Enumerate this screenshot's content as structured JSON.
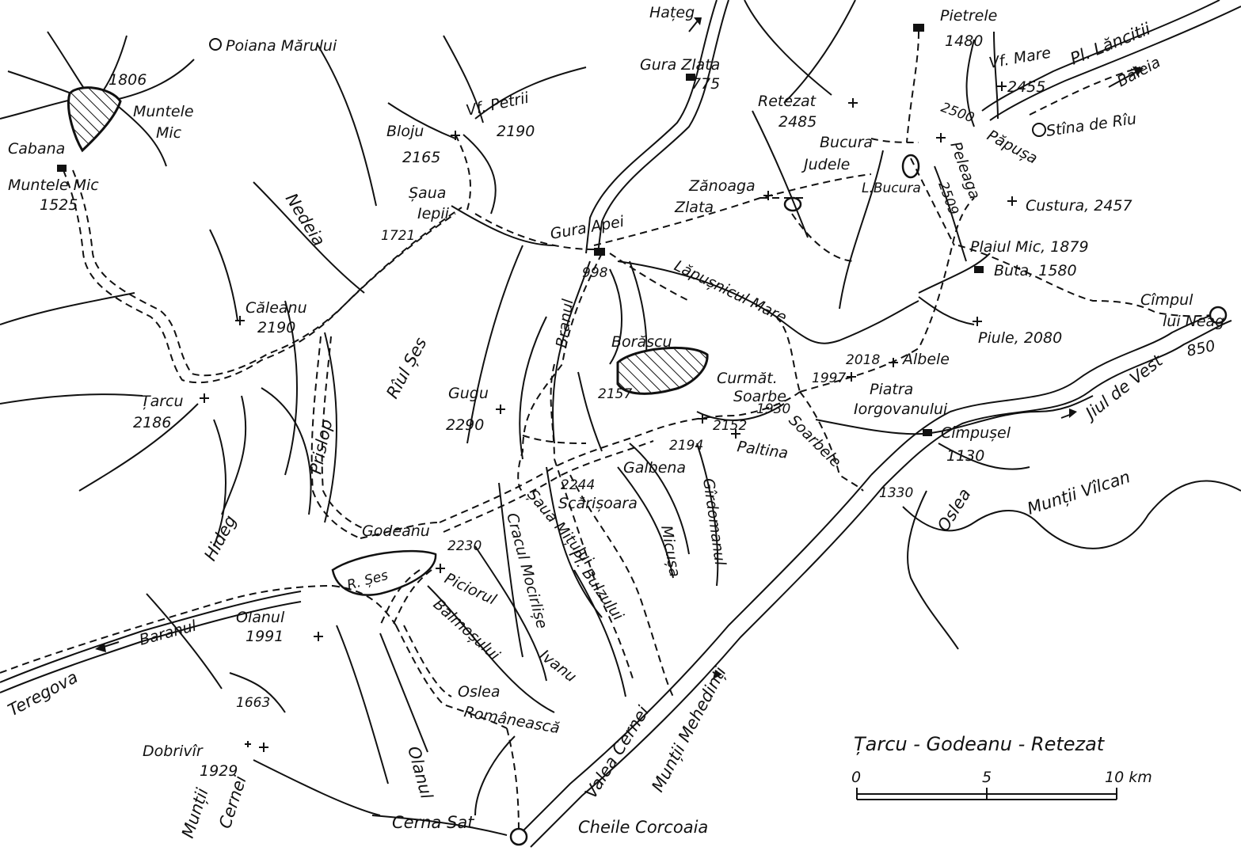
{
  "map": {
    "title": "Țarcu - Godeanu - Retezat",
    "scale": {
      "ticks": [
        "0",
        "5",
        "10 km"
      ]
    },
    "places": [
      {
        "id": "poiana-marului",
        "text": "Poiana Mărului"
      },
      {
        "id": "hateg",
        "text": "Hațeg"
      },
      {
        "id": "gura-zlata",
        "text": "Gura Zlata"
      },
      {
        "id": "gura-zlata-alt",
        "text": "775"
      },
      {
        "id": "pietrele",
        "text": "Pietrele"
      },
      {
        "id": "pietrele-alt",
        "text": "1480"
      },
      {
        "id": "vf-mare",
        "text": "Vf. Mare"
      },
      {
        "id": "vf-mare-alt",
        "text": "2455"
      },
      {
        "id": "pl-lancitii",
        "text": "Pl. Lăncitii"
      },
      {
        "id": "baleia",
        "text": "Băleia"
      },
      {
        "id": "stina-de-riu",
        "text": "Stîna de Rîu"
      },
      {
        "id": "1806",
        "text": "1806"
      },
      {
        "id": "muntele-mic-1",
        "text": "Muntele"
      },
      {
        "id": "muntele-mic-2",
        "text": "Mic"
      },
      {
        "id": "cabana",
        "text": "Cabana"
      },
      {
        "id": "cabana-muntele-mic",
        "text": "Muntele Mic"
      },
      {
        "id": "cabana-alt",
        "text": "1525"
      },
      {
        "id": "vf-petrii",
        "text": "Vf. Petrii"
      },
      {
        "id": "vf-petrii-alt",
        "text": "2190"
      },
      {
        "id": "bloju",
        "text": "Bloju"
      },
      {
        "id": "bloju-alt",
        "text": "2165"
      },
      {
        "id": "retezat",
        "text": "Retezat"
      },
      {
        "id": "retezat-alt",
        "text": "2485"
      },
      {
        "id": "bucura",
        "text": "Bucura"
      },
      {
        "id": "judele",
        "text": "Judele"
      },
      {
        "id": "l-bucura",
        "text": "L.Bucura"
      },
      {
        "id": "2500",
        "text": "2500"
      },
      {
        "id": "papusa",
        "text": "Păpușa"
      },
      {
        "id": "peleaga",
        "text": "Peleaga"
      },
      {
        "id": "peleaga-alt",
        "text": "2509"
      },
      {
        "id": "custura",
        "text": "Custura, 2457"
      },
      {
        "id": "zanoaga",
        "text": "Zănoaga"
      },
      {
        "id": "zlata",
        "text": "Zlata"
      },
      {
        "id": "saua",
        "text": "Șaua"
      },
      {
        "id": "iepii",
        "text": "Iepii"
      },
      {
        "id": "1721",
        "text": "1721"
      },
      {
        "id": "nedeia",
        "text": "Nedeia"
      },
      {
        "id": "gura-apei",
        "text": "Gura Apei"
      },
      {
        "id": "998",
        "text": "998"
      },
      {
        "id": "plaiul-mic",
        "text": "Plaiul Mic, 1879"
      },
      {
        "id": "buta",
        "text": "Buta, 1580"
      },
      {
        "id": "lapusnicul",
        "text": "Lăpușnicul Mare"
      },
      {
        "id": "campul",
        "text": "Cîmpul"
      },
      {
        "id": "lui-neag",
        "text": "lui Neag"
      },
      {
        "id": "caleanu",
        "text": "Căleanu"
      },
      {
        "id": "caleanu-alt",
        "text": "2190"
      },
      {
        "id": "branul",
        "text": "Branul"
      },
      {
        "id": "rul-ses",
        "text": "Rîul Șes"
      },
      {
        "id": "borascu",
        "text": "Borăscu"
      },
      {
        "id": "borascu-alt",
        "text": "2157"
      },
      {
        "id": "piule",
        "text": "Piule, 2080"
      },
      {
        "id": "jiul-de-vest",
        "text": "Jiul de Vest"
      },
      {
        "id": "850",
        "text": "850"
      },
      {
        "id": "2018",
        "text": "2018"
      },
      {
        "id": "albele",
        "text": "Albele"
      },
      {
        "id": "1997",
        "text": "1997"
      },
      {
        "id": "curmat",
        "text": "Curmăt."
      },
      {
        "id": "soarbe",
        "text": "Soarbe"
      },
      {
        "id": "1930",
        "text": "1930"
      },
      {
        "id": "piatra",
        "text": "Piatra"
      },
      {
        "id": "iorgovanului",
        "text": "Iorgovanului"
      },
      {
        "id": "tarcu",
        "text": "Țarcu"
      },
      {
        "id": "tarcu-alt",
        "text": "2186"
      },
      {
        "id": "gugu",
        "text": "Gugu"
      },
      {
        "id": "gugu-alt",
        "text": "2290"
      },
      {
        "id": "2152",
        "text": "2152"
      },
      {
        "id": "2194",
        "text": "2194"
      },
      {
        "id": "paltina",
        "text": "Paltina"
      },
      {
        "id": "soarbele",
        "text": "Soarbele"
      },
      {
        "id": "campusel",
        "text": "Cîmpușel"
      },
      {
        "id": "campusel-alt",
        "text": "1130"
      },
      {
        "id": "prislop",
        "text": "Prislop"
      },
      {
        "id": "galbena",
        "text": "Galbena"
      },
      {
        "id": "2244",
        "text": "2244"
      },
      {
        "id": "scarisoara",
        "text": "Scărișoara"
      },
      {
        "id": "girdomanul",
        "text": "Gîrdomanul"
      },
      {
        "id": "1330",
        "text": "1330"
      },
      {
        "id": "oslea-e",
        "text": "Oslea"
      },
      {
        "id": "muntii-vilcan",
        "text": "Munții Vîlcan"
      },
      {
        "id": "hideg",
        "text": "Hideg"
      },
      {
        "id": "godeanu",
        "text": "Godeanu"
      },
      {
        "id": "2230",
        "text": "2230"
      },
      {
        "id": "saua-mitului",
        "text": "Șaua Mițului"
      },
      {
        "id": "cracul",
        "text": "Cracul Mocirlișe"
      },
      {
        "id": "pl-bulzului",
        "text": "Pl. Bulzului"
      },
      {
        "id": "micusa",
        "text": "Micușa"
      },
      {
        "id": "r-ses",
        "text": "R. Șes"
      },
      {
        "id": "piciorul",
        "text": "Piciorul"
      },
      {
        "id": "balmosului",
        "text": "Balmoșului"
      },
      {
        "id": "ivanu",
        "text": "Ivanu"
      },
      {
        "id": "baranul",
        "text": "Baranul"
      },
      {
        "id": "olanul-1991",
        "text": "Olanul"
      },
      {
        "id": "olanul-alt",
        "text": "1991"
      },
      {
        "id": "teregova",
        "text": "Teregova"
      },
      {
        "id": "1663",
        "text": "1663"
      },
      {
        "id": "oslea-romaneasca",
        "text": "Oslea"
      },
      {
        "id": "romaneasca",
        "text": "Românească"
      },
      {
        "id": "dobrivir",
        "text": "Dobrivîr"
      },
      {
        "id": "dobrivir-alt",
        "text": "1929"
      },
      {
        "id": "olanul-s",
        "text": "Olanul"
      },
      {
        "id": "muntii",
        "text": "Munții"
      },
      {
        "id": "cernei-mts",
        "text": "Cernei"
      },
      {
        "id": "valea-cernei",
        "text": "Valea Cernei"
      },
      {
        "id": "muntii-mehedinti",
        "text": "Munții Mehedinți"
      },
      {
        "id": "cerna-sat",
        "text": "Cerna Sat"
      },
      {
        "id": "cheile",
        "text": "Cheile Corcoaia"
      }
    ]
  }
}
